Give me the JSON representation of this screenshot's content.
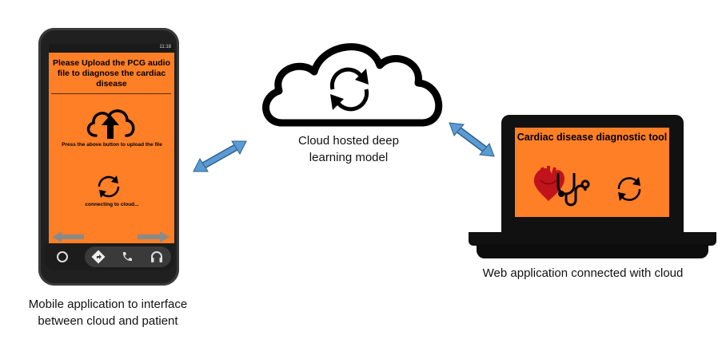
{
  "phone": {
    "status_time": "11:18",
    "title": "Please Upload the PCG audio file to diagnose the cardiac disease",
    "upload_hint": "Press the above button to upload the file",
    "status": "connecting to cloud...",
    "caption": "Mobile application to interface between cloud and patient"
  },
  "cloud": {
    "caption": "Cloud hosted deep learning model"
  },
  "laptop": {
    "title": "Cardiac disease diagnostic tool",
    "caption": "Web application connected with cloud"
  },
  "colors": {
    "screen_orange": "#ff7f27",
    "arrow_blue": "#5b9bd5",
    "device_black": "#111111",
    "heart_red": "#c0131b"
  },
  "icons": [
    "cloud-upload-icon",
    "sync-icon",
    "heart-icon",
    "stethoscope-icon",
    "back-arrow-icon",
    "forward-arrow-icon",
    "home-circle-icon",
    "navigation-icon",
    "phone-icon",
    "headphones-icon"
  ]
}
